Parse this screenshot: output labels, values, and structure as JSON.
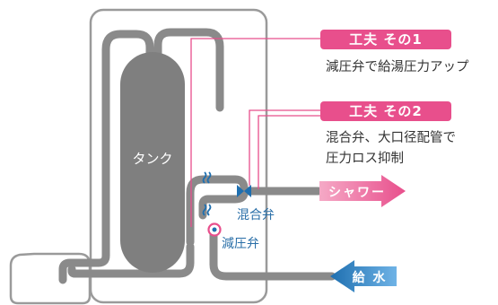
{
  "tank": {
    "label": "タンク"
  },
  "callouts": [
    {
      "tag": "工夫 その1",
      "lines": [
        "減圧弁で給湯圧力アップ"
      ]
    },
    {
      "tag": "工夫 その2",
      "lines": [
        "混合弁、大口径配管で",
        "圧力ロス抑制"
      ]
    }
  ],
  "valves": {
    "mixing": "混合弁",
    "reducing": "減圧弁"
  },
  "arrows": {
    "shower": "シャワー",
    "water_supply": "給 水"
  },
  "colors": {
    "pink": "#e84f8c",
    "blue": "#1e6fb0",
    "pipe": "#8a8a8a",
    "tank": "#7f7f7f",
    "frame": "#9a9a9a"
  }
}
